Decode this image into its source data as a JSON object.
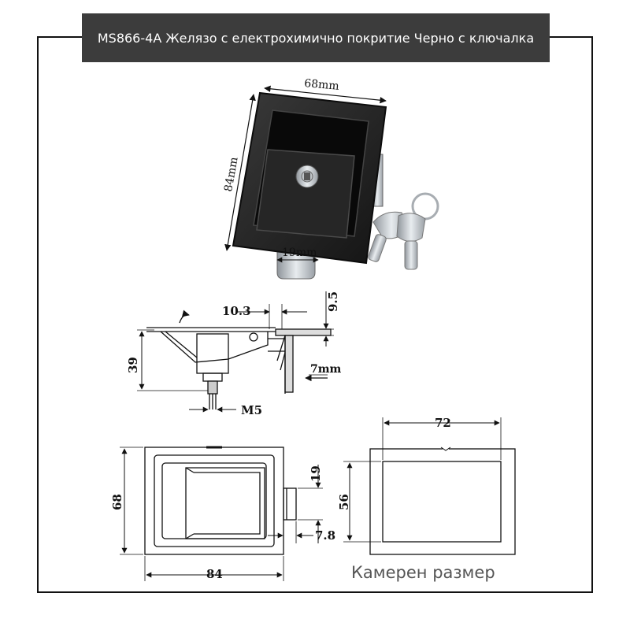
{
  "title": "MS866-4A Желязо с електрохимично покритие Черно с ключалка",
  "photo": {
    "width_label": "68mm",
    "height_label": "84mm",
    "bolt_label": "19mm"
  },
  "side_view": {
    "offset_label": "10.3",
    "plate_label": "9.5",
    "height_label": "39",
    "thread_label": "M5",
    "throw_label": "7mm"
  },
  "front_view": {
    "height_label": "68",
    "width_label": "84",
    "bolt_label": "19",
    "bolt_depth_label": "7.8"
  },
  "cutout": {
    "width_label": "72",
    "height_label": "56",
    "caption": "Камерен размер"
  },
  "colors": {
    "title_bg": "#3c3c3c",
    "latch_body": "#1e1e1e",
    "metal": "#c8ccd0"
  }
}
